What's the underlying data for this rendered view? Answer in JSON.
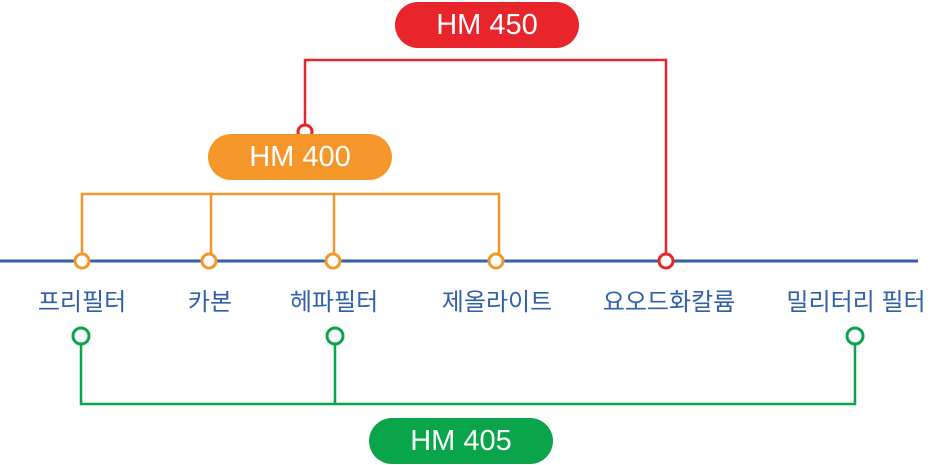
{
  "colors": {
    "axis": "#3060a8",
    "hm400": "#f5962a",
    "hm450": "#e8252a",
    "hm405": "#0aa44a"
  },
  "groups": {
    "hm450": "HM 450",
    "hm400": "HM 400",
    "hm405": "HM 405"
  },
  "filters": [
    "프리필터",
    "카본",
    "헤파필터",
    "제올라이트",
    "요오드화칼륨",
    "밀리터리 필터"
  ]
}
